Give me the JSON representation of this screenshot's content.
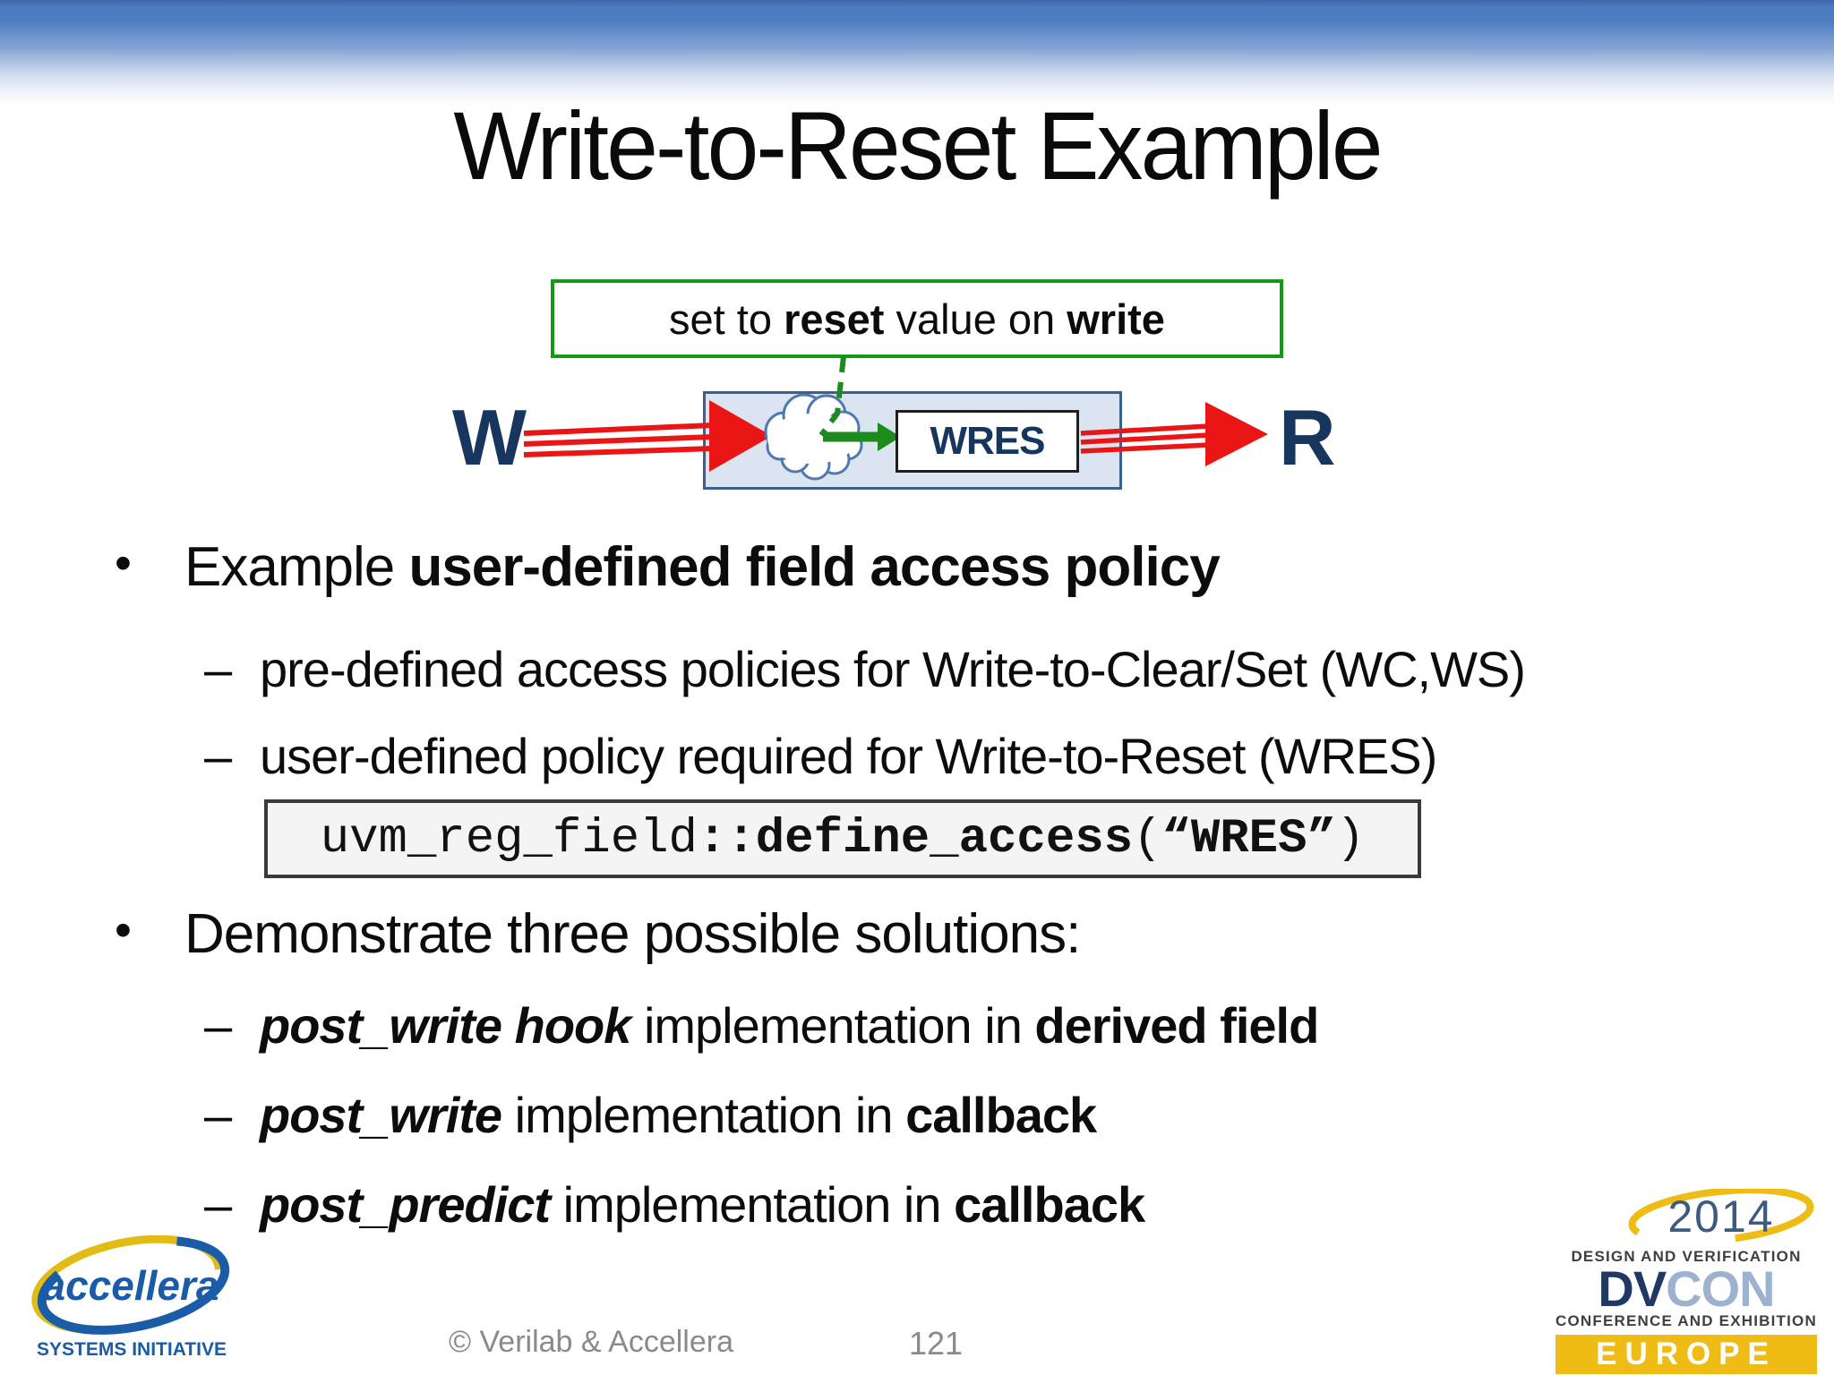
{
  "slide": {
    "title": "Write-to-Reset Example",
    "diagram": {
      "callout": {
        "s1": "set to ",
        "s2": "reset",
        "s3": " value on ",
        "s4": "write"
      },
      "w_label": "W",
      "r_label": "R",
      "wres_label": "WRES"
    },
    "markers": {
      "bullet": "•",
      "dash": "–"
    },
    "bullets": {
      "b1": {
        "s1": "Example ",
        "s2": "user-defined field access policy"
      },
      "b1s1": "pre-defined access policies for Write-to-Clear/Set (WC,WS)",
      "b1s2": "user-defined policy required for Write-to-Reset (WRES)",
      "code": {
        "s1": "uvm_reg_field",
        "s2": "::define_access",
        "s3": "(",
        "s4": "“WRES”",
        "s5": ")"
      },
      "b2": "Demonstrate three possible solutions:",
      "b2s1": {
        "s1": "post_write hook",
        "s2": " implementation in ",
        "s3": "derived field"
      },
      "b2s2": {
        "s1": "post_write",
        "s2": " implementation in ",
        "s3": "callback"
      },
      "b2s3": {
        "s1": "post_predict",
        "s2": " implementation in ",
        "s3": "callback"
      }
    },
    "footer": {
      "copyright": "© Verilab & Accellera",
      "page_number": "121",
      "accellera": {
        "name": "accellera",
        "tagline": "SYSTEMS INITIATIVE"
      },
      "dvcon": {
        "year": "2014",
        "line1": "DESIGN AND VERIFICATION",
        "dv": "DV",
        "con": "CON",
        "line2": "CONFERENCE AND EXHIBITION",
        "region": "EUROPE"
      }
    },
    "colors": {
      "top_bar_blue": "#4b7abd",
      "navy_text": "#17365d",
      "arrow_red": "#ea1515",
      "callout_green": "#149a14",
      "arrow_green": "#1d8a1d",
      "field_fill_blue": "#dbe5f1",
      "field_border_blue": "#38618f",
      "code_bg": "#f4f4f4",
      "footer_gray": "#8a8a8a",
      "accellera_blue": "#1a5ca8",
      "accellera_yellow": "#e2bb14",
      "dvcon_gold": "#eebc15",
      "dvcon_navy": "#1f3864",
      "dvcon_light_blue": "#9cb2cf"
    }
  }
}
